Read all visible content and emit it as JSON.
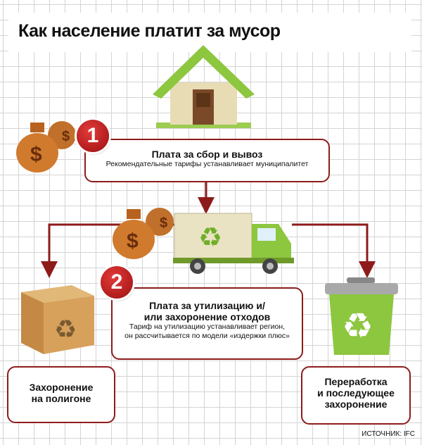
{
  "title": "Как население платит за мусор",
  "step1": {
    "number": "1",
    "heading": "Плата за сбор и вывоз",
    "text": "Рекомендательные тарифы устанавливает муниципалитет"
  },
  "step2": {
    "number": "2",
    "heading_line1": "Плата за утилизацию и/",
    "heading_line2": "или захоронение отходов",
    "text_line1": "Тариф на утилизацию устанавливает регион,",
    "text_line2": "он рассчитывается по модели «издержки плюс»"
  },
  "outcome_left": {
    "line1": "Захоронение",
    "line2": "на полигоне"
  },
  "outcome_right": {
    "line1": "Переработка",
    "line2": "и последующее",
    "line3": "захоронение"
  },
  "source": "ИСТОЧНИК: IFC",
  "colors": {
    "accent": "#8e1b1b",
    "green": "#8dc63f"
  }
}
